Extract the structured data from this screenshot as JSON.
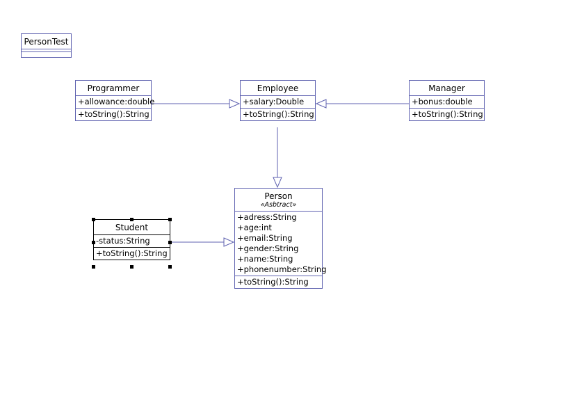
{
  "colors": {
    "line": "#5f62b0",
    "selection": "#000000"
  },
  "classes": {
    "persontest": {
      "name": "PersonTest"
    },
    "programmer": {
      "name": "Programmer",
      "attributes": [
        "+allowance:double"
      ],
      "methods": [
        "+toString():String"
      ]
    },
    "employee": {
      "name": "Employee",
      "attributes": [
        "+salary:Double"
      ],
      "methods": [
        "+toString():String"
      ]
    },
    "manager": {
      "name": "Manager",
      "attributes": [
        "+bonus:double"
      ],
      "methods": [
        "+toString():String"
      ]
    },
    "person": {
      "name": "Person",
      "stereotype": "«Asbtract»",
      "attributes": [
        "+adress:String",
        "+age:int",
        "+email:String",
        "+gender:String",
        "+name:String",
        "+phonenumber:String"
      ],
      "methods": [
        "+toString():String"
      ]
    },
    "student": {
      "name": "Student",
      "attributes": [
        "-status:String"
      ],
      "methods": [
        "+toString():String"
      ]
    }
  },
  "relations": [
    {
      "from": "programmer",
      "to": "employee",
      "type": "generalization"
    },
    {
      "from": "manager",
      "to": "employee",
      "type": "generalization"
    },
    {
      "from": "employee",
      "to": "person",
      "type": "generalization"
    },
    {
      "from": "student",
      "to": "person",
      "type": "generalization"
    }
  ]
}
